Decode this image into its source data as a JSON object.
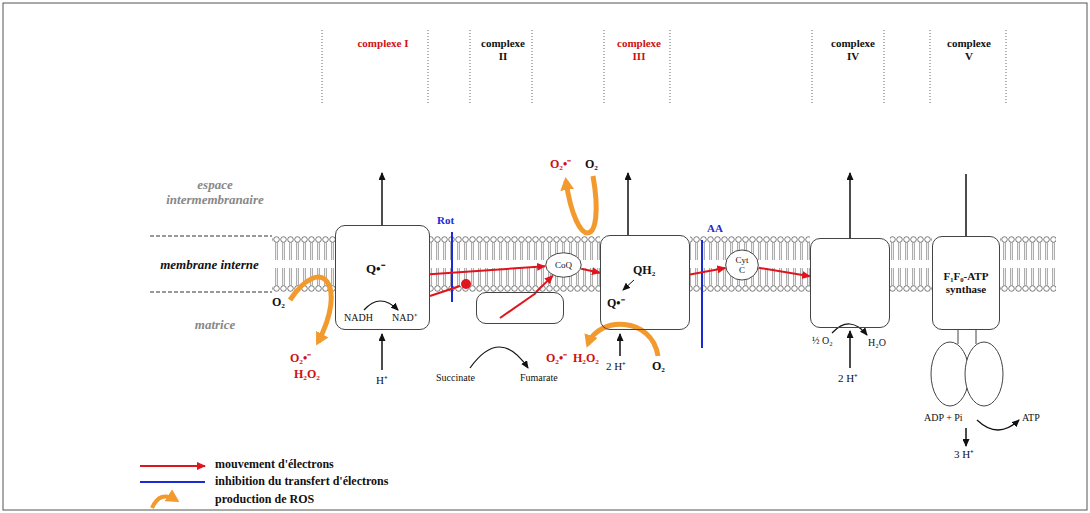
{
  "diagram": {
    "nodes": [
      {
        "text": [
          "complexe I",
          "Q•⁻"
        ]
      },
      {
        "text": [
          "complexe II"
        ]
      },
      {
        "text": [
          "CoQ"
        ]
      },
      {
        "text": [
          "complexe III",
          "QH₂",
          "Q•⁻"
        ]
      },
      {
        "text": [
          "Cyt C"
        ]
      },
      {
        "text": [
          "complexe IV"
        ]
      },
      {
        "text": [
          "complexe V",
          "F₁F₀-ATP synthase"
        ]
      }
    ],
    "edges": [
      {
        "from": 0,
        "to": 2,
        "arrow": "to"
      },
      {
        "from": 1,
        "to": 2,
        "arrow": "to"
      },
      {
        "from": 2,
        "to": 3,
        "arrow": "to"
      },
      {
        "from": 3,
        "to": 4,
        "arrow": "to"
      },
      {
        "from": 4,
        "to": 5,
        "arrow": "to"
      }
    ],
    "labels": [
      "espace intermembranaire",
      "membrane interne",
      "matrice",
      "Rot",
      "AA",
      "O₂",
      "NADH",
      "NAD⁺",
      "O₂•⁻",
      "H₂O₂",
      "H⁺",
      "O₂•⁻",
      "O₂",
      "O₂•⁻",
      "H₂O₂",
      "O₂",
      "2 H⁺",
      "Succinate",
      "Fumarate",
      "½ O₂",
      "H₂O",
      "2 H⁺",
      "ADP + Pi",
      "ATP",
      "3 H⁺"
    ],
    "legend": [
      {
        "text": "mouvement d'électrons"
      },
      {
        "text": "inhibition du transfert d'électrons"
      },
      {
        "text": "production de ROS"
      }
    ]
  }
}
